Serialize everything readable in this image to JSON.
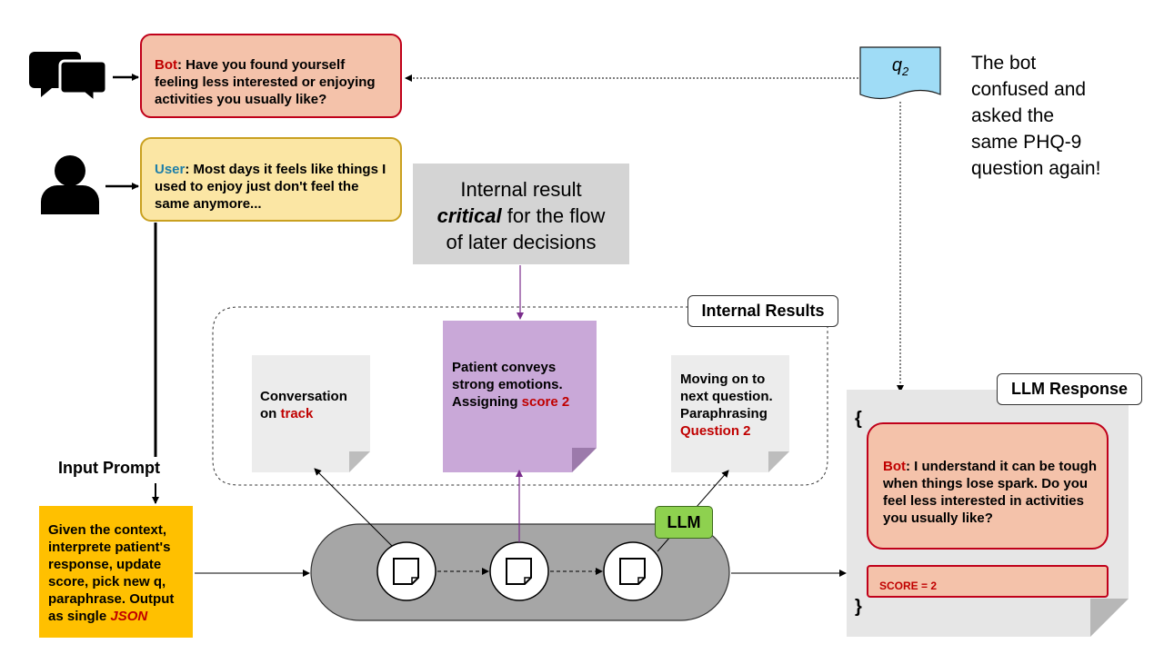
{
  "bot_message": {
    "speaker": "Bot",
    "text": ": Have you found yourself feeling less interested or enjoying activities you usually like?"
  },
  "user_message": {
    "speaker": "User",
    "text": ": Most days it feels like things I used to enjoy just don't feel the same anymore..."
  },
  "question_doc": {
    "symbol": "q",
    "subscript": "2"
  },
  "side_note": {
    "lines": [
      "The bot",
      "confused and",
      "asked the",
      "same PHQ-9",
      "question again!"
    ]
  },
  "callout": {
    "line1": "Internal result",
    "emph": "critical",
    "line2_rest": " for the flow",
    "line3": "of later decisions"
  },
  "internal_results_label": "Internal Results",
  "notes": {
    "conversation": {
      "lines": [
        "Conversation"
      ],
      "prefix": "on ",
      "highlight": "track"
    },
    "patient": {
      "lines": [
        "Patient conveys",
        "strong emotions."
      ],
      "prefix": "Assigning ",
      "highlight": "score 2"
    },
    "moving": {
      "lines": [
        "Moving on to",
        "next question.",
        "Paraphrasing"
      ],
      "highlight": "Question 2"
    }
  },
  "input_prompt": {
    "label": "Input Prompt",
    "text": "Given the context, interprete patient's response, update score, pick new q, paraphrase. Output as single ",
    "emph": "JSON"
  },
  "llm_badge": "LLM",
  "llm_response": {
    "label": "LLM Response",
    "open_brace": "{",
    "close_brace": "}",
    "speaker": "Bot",
    "text": ": I understand it can be tough when things lose spark. Do you feel less interested in activities you usually like?",
    "score": "SCORE = 2"
  },
  "colors": {
    "bot_fill": "#f4c2aa",
    "bot_border": "#c0001a",
    "user_fill": "#fbe6a4",
    "doc_fill": "#9fdcf6",
    "highlight_note": "#c9a8d8",
    "prompt_fill": "#ffc000",
    "llm_green": "#8ed14f",
    "pipeline_gray": "#a6a6a6",
    "accent_red": "#c00000"
  },
  "icons": [
    "chat-bubbles-icon",
    "user-icon",
    "document-icon"
  ]
}
